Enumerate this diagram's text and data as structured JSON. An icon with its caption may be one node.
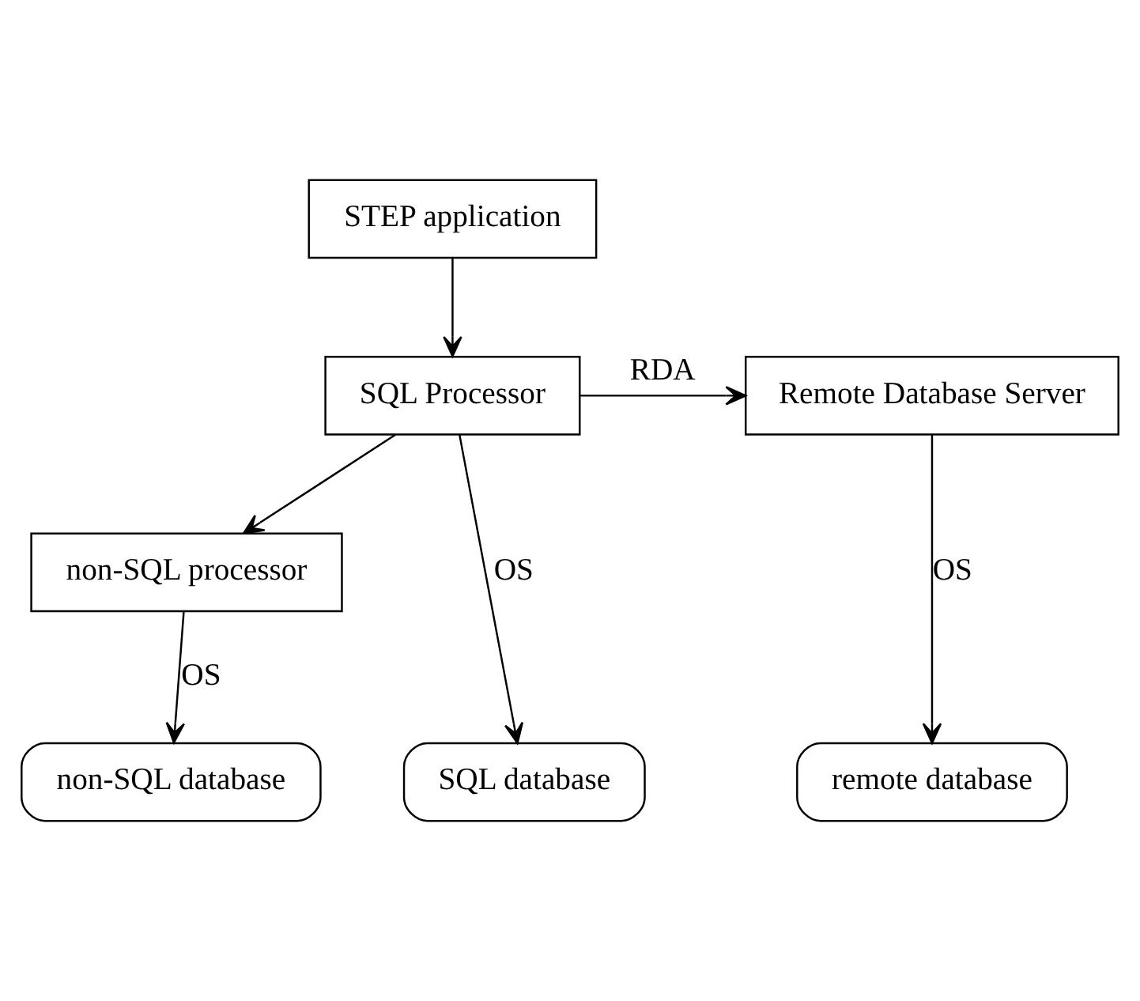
{
  "diagram": {
    "nodes": [
      {
        "text": [
          "STEP application"
        ]
      },
      {
        "text": [
          "SQL Processor"
        ]
      },
      {
        "text": [
          "Remote Database Server"
        ]
      },
      {
        "text": [
          "non-SQL processor"
        ]
      },
      {
        "text": [
          "SQL database"
        ]
      },
      {
        "text": [
          "non-SQL database"
        ]
      },
      {
        "text": [
          "remote database"
        ]
      }
    ],
    "edges": [
      {
        "from": 0,
        "to": 1,
        "arrow": "to"
      },
      {
        "from": 1,
        "to": 2,
        "arrow": "to",
        "label": "RDA"
      },
      {
        "from": 1,
        "to": 3,
        "arrow": "to"
      },
      {
        "from": 1,
        "to": 4,
        "arrow": "to",
        "label": "OS"
      },
      {
        "from": 3,
        "to": 5,
        "arrow": "to",
        "label": "OS"
      },
      {
        "from": 2,
        "to": 6,
        "arrow": "to",
        "label": "OS"
      }
    ]
  }
}
